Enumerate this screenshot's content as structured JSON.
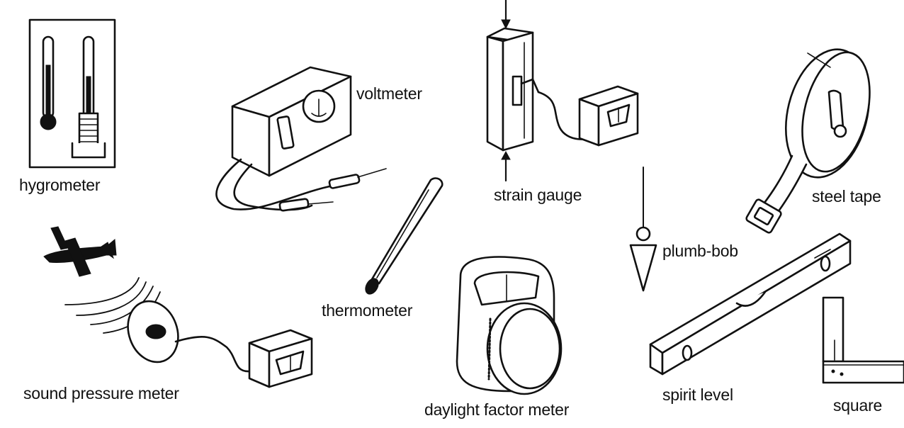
{
  "labels": {
    "hygrometer": "hygrometer",
    "voltmeter": "voltmeter",
    "strain_gauge": "strain gauge",
    "steel_tape": "steel tape",
    "thermometer": "thermometer",
    "plumb_bob": "plumb-bob",
    "sound_pressure_meter": "sound pressure meter",
    "daylight_factor_meter": "daylight factor meter",
    "spirit_level": "spirit level",
    "square": "square"
  }
}
